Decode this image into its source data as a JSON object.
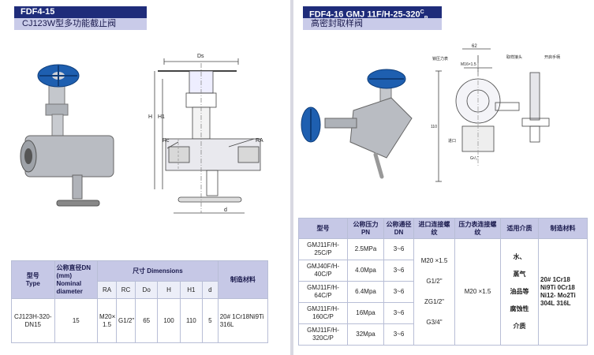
{
  "left": {
    "code": "FDF4-15",
    "name": "CJ123W型多功能截止阀",
    "dim_labels": {
      "ds": "Ds",
      "h": "H",
      "h1": "H1",
      "rc": "Rc",
      "ra": "RA",
      "d": "d"
    },
    "table": {
      "h_model_cn": "型号",
      "h_model_en": "Type",
      "h_dn_cn": "公称直径DN",
      "h_dn_mm": "(mm)",
      "h_dn_en": "Nominal diameter",
      "h_dims": "尺寸 Dimensions",
      "h_material": "制造材料",
      "sub": [
        "RA",
        "RC",
        "Do",
        "H",
        "H1",
        "d"
      ],
      "row": {
        "model": "CJ123H-320-DN15",
        "dn": "15",
        "ra": "M20× 1.5",
        "rc": "G1/2\"",
        "do": "65",
        "h": "100",
        "h1": "110",
        "d": "5",
        "material": "20# 1Cr18Ni9Ti 316L"
      }
    }
  },
  "right": {
    "code": "FDF4-16 GMJ 11F/H-25-320",
    "code_sub_c": "C",
    "code_sub_p": "P",
    "name": "高密封取样阀",
    "draw_labels": {
      "top_dim": "62",
      "m": "M16×1.5",
      "left_label": "锁压力表",
      "right_label1": "取样接头",
      "right_label2": "开启手柄",
      "height": "110",
      "inlet": "进口",
      "g": "G¹/₂\""
    },
    "table": {
      "h_model": "型号",
      "h_pressure": "公称压力PN",
      "h_dn": "公称通径DN",
      "h_inlet": "进口连接螺纹",
      "h_gauge": "压力表连接螺纹",
      "h_medium": "适用介质",
      "h_material": "制造材料",
      "rows": [
        {
          "model": "GMJ11F/H-25C/P",
          "pn": "2.5MPa",
          "dn": "3~6"
        },
        {
          "model": "GMJ40F/H-40C/P",
          "pn": "4.0Mpa",
          "dn": "3~6"
        },
        {
          "model": "GMJ11F/H-64C/P",
          "pn": "6.4Mpa",
          "dn": "3~6"
        },
        {
          "model": "GMJ11F/H-160C/P",
          "pn": "16Mpa",
          "dn": "3~6"
        },
        {
          "model": "GMJ11F/H-320C/P",
          "pn": "32Mpa",
          "dn": "3~6"
        }
      ],
      "inlet_values": [
        "M20 ×1.5",
        "G1/2\"",
        "ZG1/2\"",
        "G3/4\""
      ],
      "gauge_value": "M20 ×1.5",
      "medium": [
        "水、",
        "蒸气",
        "油品等",
        "腐蚀性",
        "介质"
      ],
      "material": "20# 1Cr18 Ni9Ti 0Cr18 Ni12- Mo2Ti 304L 316L"
    }
  },
  "colors": {
    "header_bg": "#1f2c7a",
    "name_bg": "#c9cbe9",
    "handwheel": "#1e5fb0",
    "steel": "#b9bcc2",
    "table_header": "#c6c8e6"
  }
}
